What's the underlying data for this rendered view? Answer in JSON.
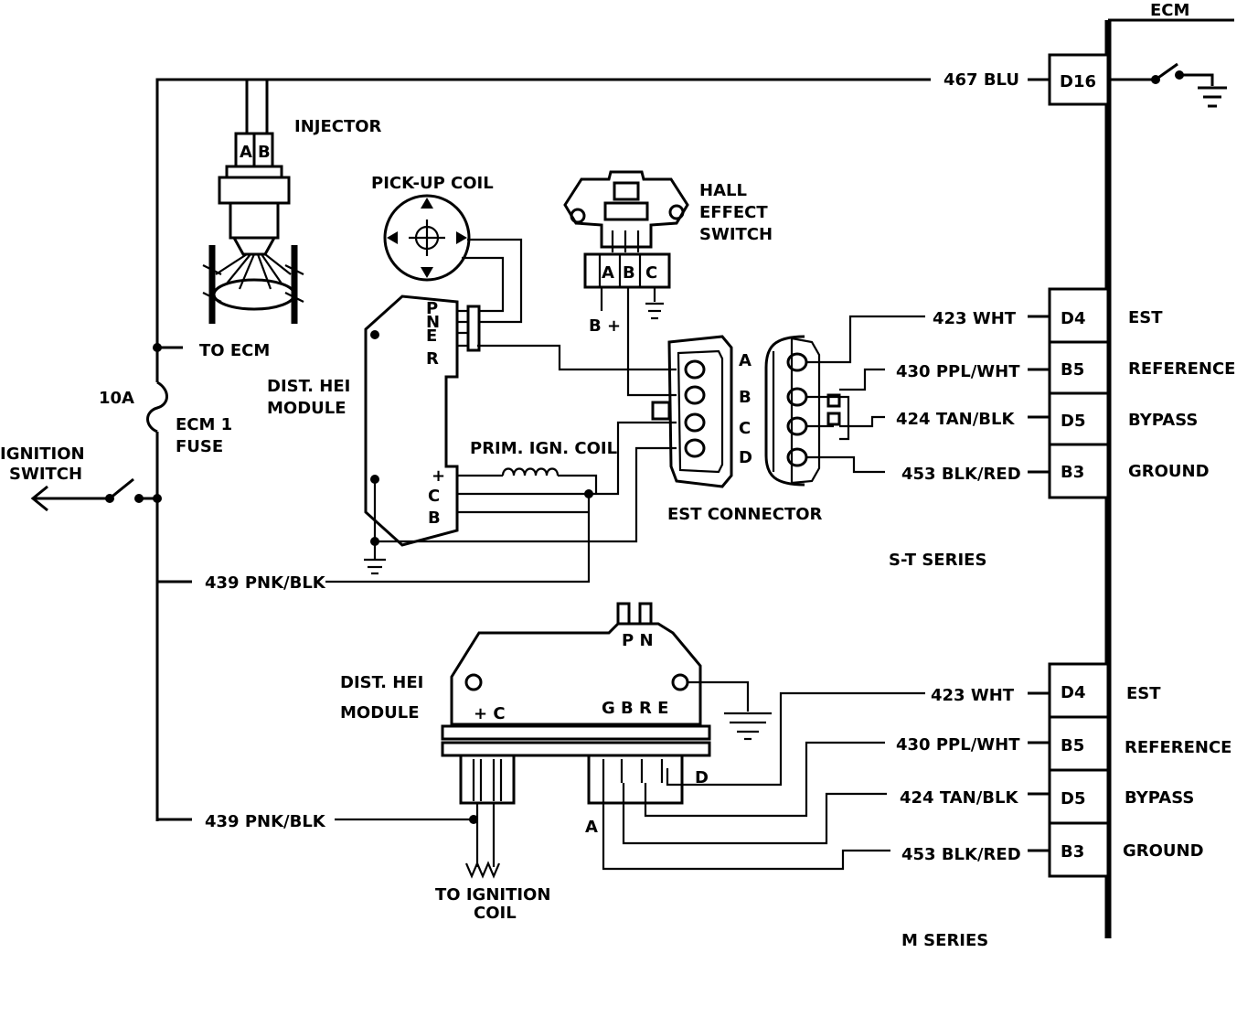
{
  "ecm": {
    "title": "ECM"
  },
  "top": {
    "injector": {
      "label": "INJECTOR",
      "pin_a": "A",
      "pin_b": "B"
    },
    "pickup_coil": "PICK-UP COIL",
    "hall": {
      "line1": "HALL",
      "line2": "EFFECT",
      "line3": "SWITCH",
      "pin_a": "A",
      "pin_b": "B",
      "pin_c": "C",
      "b_plus": "B +"
    },
    "to_ecm": "TO ECM",
    "fuse": {
      "amp": "10A",
      "line1": "ECM 1",
      "line2": "FUSE"
    },
    "ignition": {
      "line1": "IGNITION",
      "line2": "SWITCH"
    },
    "hei": {
      "line1": "DIST. HEI",
      "line2": "MODULE",
      "pin_p": "P",
      "pin_n": "N",
      "pin_e": "E",
      "pin_r": "R",
      "pin_plus": "+",
      "pin_c": "C",
      "pin_b": "B"
    },
    "prim_coil": "PRIM. IGN. COIL",
    "est": {
      "label": "EST CONNECTOR",
      "pin_a": "A",
      "pin_b": "B",
      "pin_c": "C",
      "pin_d": "D"
    },
    "wire_d16": "467 BLU",
    "pin_d16": "D16",
    "wire_439": "439 PNK/BLK",
    "series": "S-T  SERIES",
    "ecm_rows": [
      {
        "wire": "423 WHT",
        "pin": "D4",
        "name": "EST"
      },
      {
        "wire": "430 PPL/WHT",
        "pin": "B5",
        "name": "REFERENCE"
      },
      {
        "wire": "424 TAN/BLK",
        "pin": "D5",
        "name": "BYPASS"
      },
      {
        "wire": "453 BLK/RED",
        "pin": "B3",
        "name": "GROUND"
      }
    ]
  },
  "bottom": {
    "hei": {
      "line1": "DIST. HEI",
      "line2": "MODULE",
      "pins_pn": "P N",
      "pins_plus_c": "+ C",
      "pins_gbre": "G B R E",
      "pin_d": "D",
      "pin_a": "A"
    },
    "wire_439": "439 PNK/BLK",
    "to_coil": {
      "line1": "TO  IGNITION",
      "line2": "COIL"
    },
    "series": "M SERIES",
    "ecm_rows": [
      {
        "wire": "423 WHT",
        "pin": "D4",
        "name": "EST"
      },
      {
        "wire": "430 PPL/WHT",
        "pin": "B5",
        "name": "REFERENCE"
      },
      {
        "wire": "424 TAN/BLK",
        "pin": "D5",
        "name": "BYPASS"
      },
      {
        "wire": "453 BLK/RED",
        "pin": "B3",
        "name": "GROUND"
      }
    ]
  }
}
